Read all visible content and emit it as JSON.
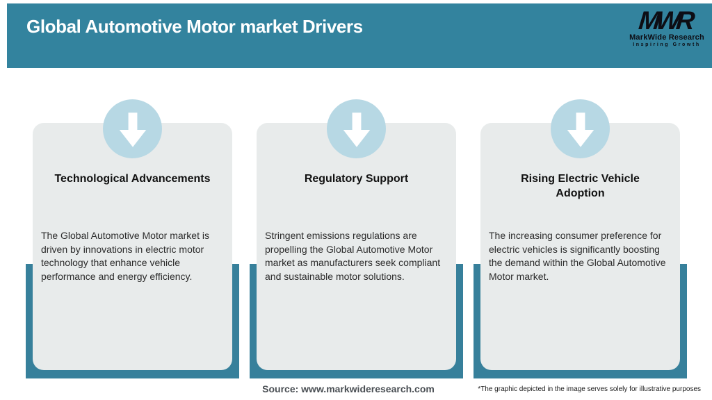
{
  "header": {
    "title": "Global Automotive Motor market Drivers"
  },
  "logo": {
    "monogram": "MWR",
    "name": "MarkWide Research",
    "tagline": "Inspiring Growth"
  },
  "cards": [
    {
      "title": "Technological Advancements",
      "body": "The Global Automotive Motor market is driven by innovations in electric motor technology that enhance vehicle performance and energy efficiency.",
      "icon": "arrow-down-icon"
    },
    {
      "title": "Regulatory Support",
      "body": "Stringent emissions regulations are propelling the Global Automotive Motor market as manufacturers seek compliant and sustainable motor solutions.",
      "icon": "arrow-down-icon"
    },
    {
      "title": "Rising Electric Vehicle Adoption",
      "body": "The increasing consumer preference for electric vehicles is significantly boosting the demand within the Global Automotive Motor market.",
      "icon": "arrow-down-icon"
    }
  ],
  "footer": {
    "source": "Source: www.markwideresearch.com",
    "disclaimer": "*The graphic depicted in the image serves solely for illustrative purposes"
  },
  "colors": {
    "header_teal": "#33839E",
    "band_teal": "#37809B",
    "card_bg": "#E8EBEB",
    "circle_blue": "#B7D8E4",
    "arrow_white": "#FFFFFF",
    "title_text": "#111111",
    "body_text": "#2B2B2B",
    "source_text": "#4A4F54",
    "logo_black": "#0D0D14"
  }
}
